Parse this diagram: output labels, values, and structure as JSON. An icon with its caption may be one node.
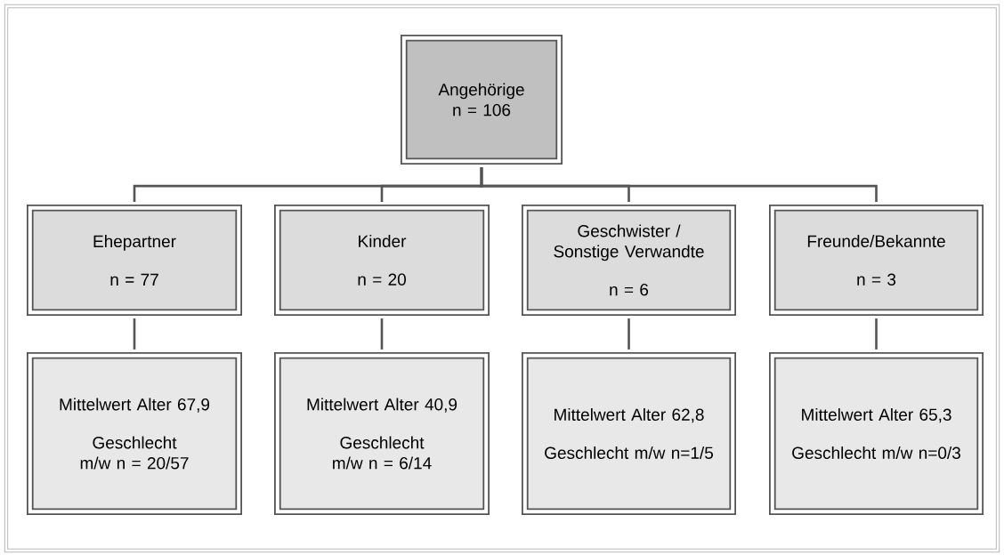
{
  "diagram": {
    "nodes": [
      {
        "text": [
          "Angehörige n = 106"
        ]
      },
      {
        "text": [
          "Ehepartner",
          "n = 77"
        ]
      },
      {
        "text": [
          "Kinder",
          "n = 20"
        ]
      },
      {
        "text": [
          "Geschwister / Sonstige Verwandte",
          "n = 6"
        ]
      },
      {
        "text": [
          "Freunde/Bekannte",
          "n = 3"
        ]
      },
      {
        "text": [
          "Mittelwert Alter 67,9",
          "Geschlecht m/w n = 20/57"
        ]
      },
      {
        "text": [
          "Mittelwert Alter 40,9",
          "Geschlecht m/w n = 6/14"
        ]
      },
      {
        "text": [
          "Mittelwert Alter 62,8",
          "Geschlecht m/w n=1/5"
        ]
      },
      {
        "text": [
          "Mittelwert Alter 65,3",
          "Geschlecht m/w n=0/3"
        ]
      }
    ],
    "edges": [
      {
        "from": 0,
        "to": 1,
        "arrow": "none"
      },
      {
        "from": 0,
        "to": 2,
        "arrow": "none"
      },
      {
        "from": 0,
        "to": 3,
        "arrow": "none"
      },
      {
        "from": 0,
        "to": 4,
        "arrow": "none"
      },
      {
        "from": 1,
        "to": 5,
        "arrow": "none"
      },
      {
        "from": 2,
        "to": 6,
        "arrow": "none"
      },
      {
        "from": 3,
        "to": 7,
        "arrow": "none"
      },
      {
        "from": 4,
        "to": 8,
        "arrow": "none"
      }
    ]
  }
}
